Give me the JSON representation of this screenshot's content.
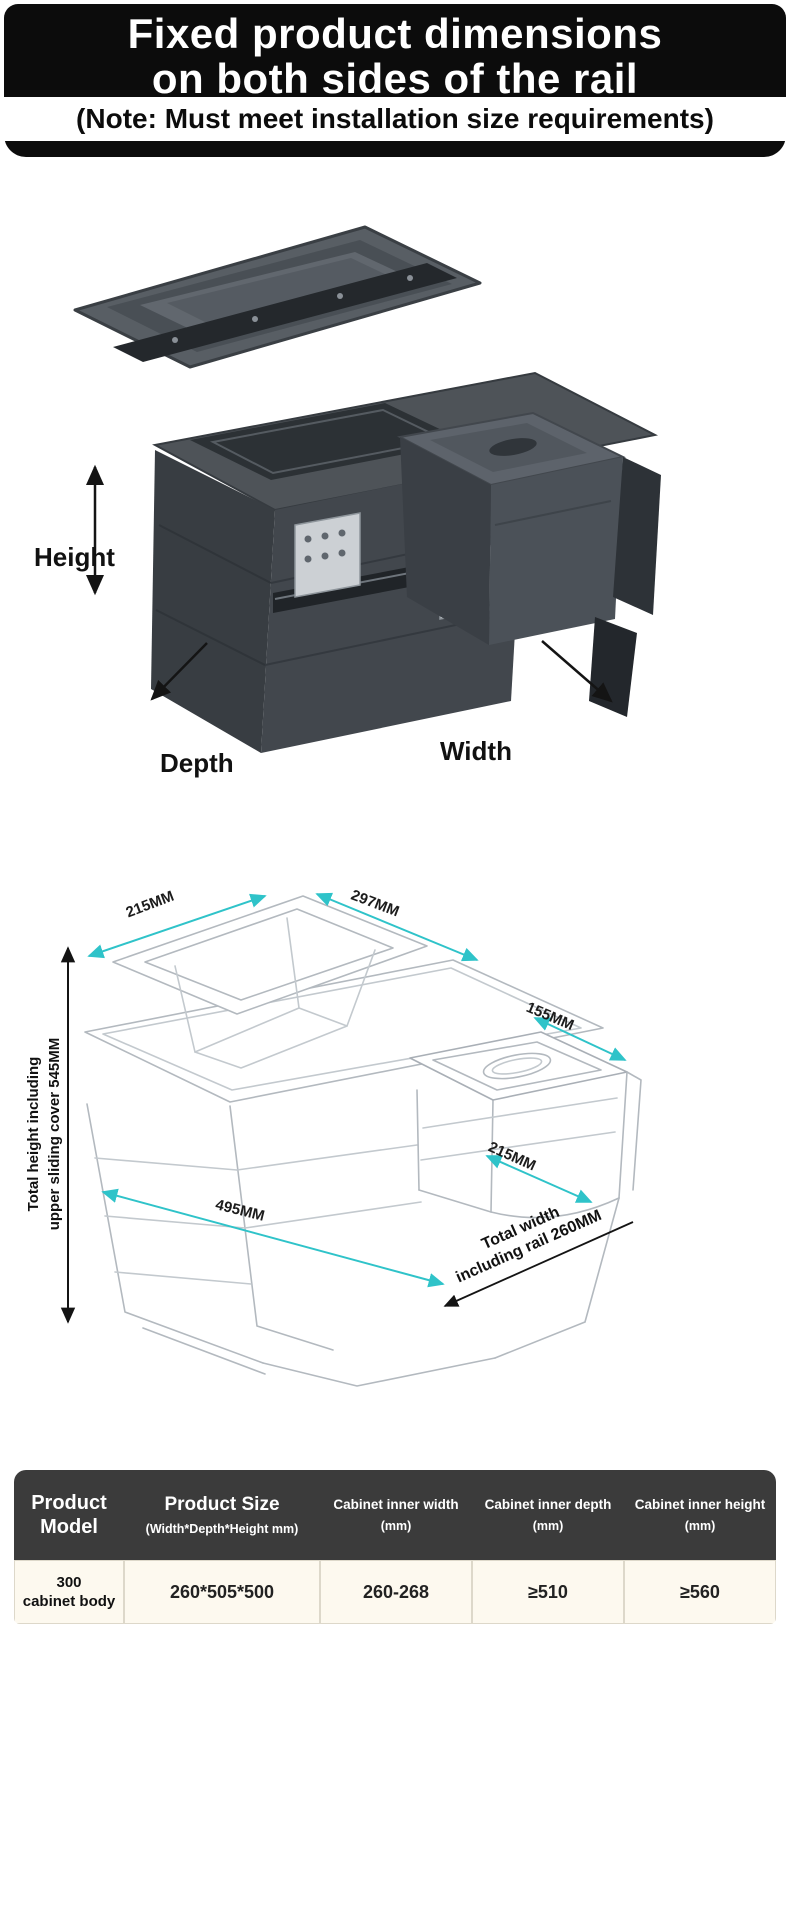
{
  "header": {
    "title_line1": "Fixed product dimensions",
    "title_line2": "on both sides of the rail",
    "note": "(Note: Must meet installation size requirements)"
  },
  "photo": {
    "height_label": "Height",
    "depth_label": "Depth",
    "width_label": "Width"
  },
  "wireframe": {
    "accent_color": "#2fc3c9",
    "dims": {
      "top_left": "215MM",
      "top_right": "297MM",
      "lid_top": "155MM",
      "lid_side": "215MM",
      "body_diagonal": "495MM"
    },
    "total_height_line1": "Total height including",
    "total_height_line2": "upper sliding cover 545MM",
    "total_width_line1": "Total width",
    "total_width_line2": "including rail 260MM"
  },
  "table": {
    "col_model": "Product Model",
    "col_size_main": "Product Size",
    "col_size_sub": "(Width*Depth*Height mm)",
    "col_width_main": "Cabinet inner width",
    "col_width_sub": "(mm)",
    "col_depth_main": "Cabinet inner depth",
    "col_depth_sub": "(mm)",
    "col_height_main": "Cabinet inner height",
    "col_height_sub": "(mm)",
    "row_model_line1": "300",
    "row_model_line2": "cabinet body",
    "row_size": "260*505*500",
    "row_width": "260-268",
    "row_depth": "≥510",
    "row_height": "≥560"
  }
}
